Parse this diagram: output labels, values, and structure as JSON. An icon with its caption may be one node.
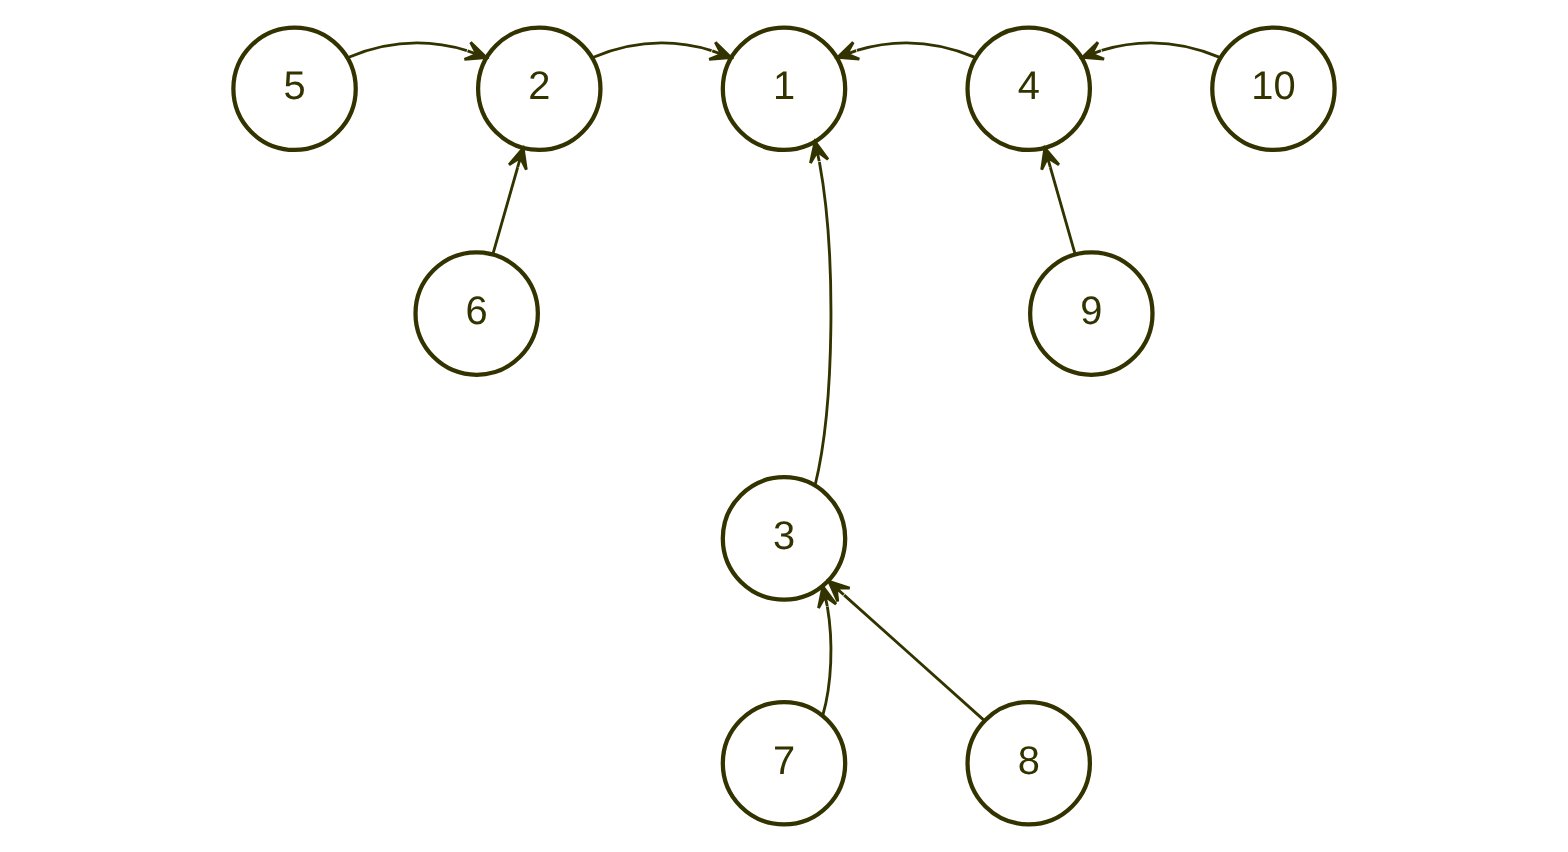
{
  "diagram": {
    "nodes": [
      {
        "text": [
          "5"
        ]
      },
      {
        "text": [
          "2"
        ]
      },
      {
        "text": [
          "1"
        ]
      },
      {
        "text": [
          "4"
        ]
      },
      {
        "text": [
          "10"
        ]
      },
      {
        "text": [
          "6"
        ]
      },
      {
        "text": [
          "3"
        ]
      },
      {
        "text": [
          "9"
        ]
      },
      {
        "text": [
          "7"
        ]
      },
      {
        "text": [
          "8"
        ]
      }
    ],
    "edges": [
      {
        "from": 0,
        "to": 1,
        "arrow": "to"
      },
      {
        "from": 5,
        "to": 1,
        "arrow": "to"
      },
      {
        "from": 1,
        "to": 2,
        "arrow": "to"
      },
      {
        "from": 6,
        "to": 2,
        "arrow": "to"
      },
      {
        "from": 3,
        "to": 2,
        "arrow": "to"
      },
      {
        "from": 4,
        "to": 3,
        "arrow": "to"
      },
      {
        "from": 7,
        "to": 3,
        "arrow": "to"
      },
      {
        "from": 8,
        "to": 6,
        "arrow": "to"
      },
      {
        "from": 9,
        "to": 6,
        "arrow": "to"
      }
    ]
  }
}
